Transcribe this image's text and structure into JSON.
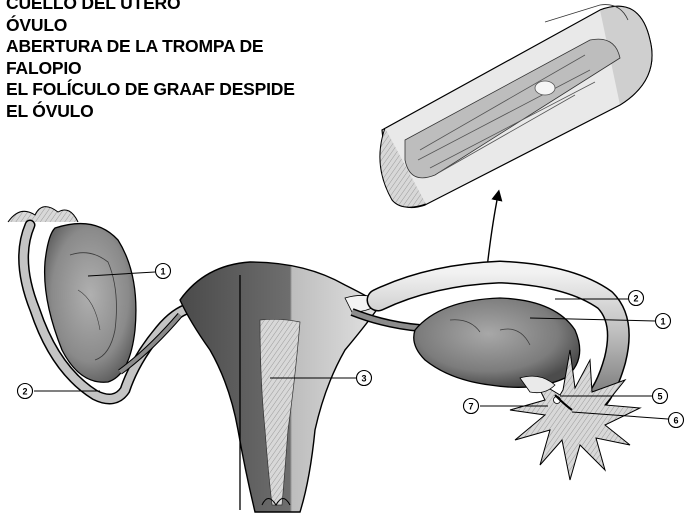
{
  "caption_lines": [
    "CUELLO DEL ÚTERO",
    "ÓVULO",
    "ABERTURA DE LA TROMPA DE",
    "FALOPIO",
    "EL FOLÍCULO DE GRAAF DESPIDE",
    "EL ÓVULO"
  ],
  "callouts": {
    "c1_left": "1",
    "c1_right": "1",
    "c2_left": "2",
    "c2_right": "2",
    "c3": "3",
    "c5": "5",
    "c6": "6",
    "c7": "7"
  },
  "colors": {
    "ink": "#000000",
    "tissue_dark": "#5f5f5f",
    "tissue_mid": "#9a9a9a",
    "tissue_light": "#cfcfcf",
    "paper": "#ffffff"
  }
}
